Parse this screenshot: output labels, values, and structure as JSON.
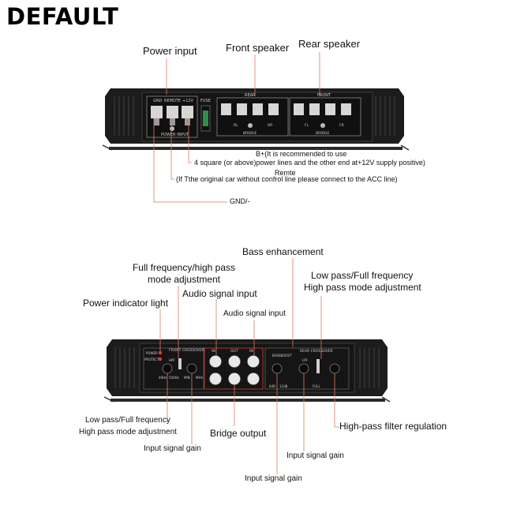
{
  "watermark": "DEFAULT",
  "top_amp": {
    "labels": {
      "power_input": "Power input",
      "front_speaker": "Front speaker",
      "rear_speaker": "Rear speaker",
      "b_plus_1": "B+(It is recommended to use",
      "b_plus_2": "4 square (or above)power lines and the other end at+12V supply positive)",
      "remote_title": "Remte",
      "remote_note": "(If Tthe original car without confrol line please connect to the ACC line)",
      "gnd": "GND/-"
    },
    "panel_text": {
      "gnd": "GND",
      "remote": "REMOTE",
      "plus12": "+12V",
      "fuse": "FUSE",
      "rear": "REAR",
      "front": "FRONT",
      "power_input": "POWER INPUT",
      "bridge": "BRIDGE",
      "rl": "RL",
      "rr": "RR",
      "fl": "FL",
      "fr": "FR"
    }
  },
  "bottom_amp": {
    "labels": {
      "bass_enhancement": "Bass enhancement",
      "full_freq_1": "Full frequency/high pass",
      "full_freq_2": "mode adjustment",
      "low_pass_1": "Low pass/Full frequency",
      "low_pass_2": "High pass mode adjustment",
      "power_indicator": "Power indicator light",
      "audio_signal_input_big": "Audio signal input",
      "audio_signal_input_small": "Audio signal input",
      "lp_left_1": "Low pass/Full frequency",
      "lp_left_2": "High pass mode adjustment",
      "bridge_output": "Bridge output",
      "hpf_regulation": "High-pass filter regulation",
      "input_gain_1": "Input signal gain",
      "input_gain_2": "Input signal gain",
      "input_gain_3": "Input signal gain"
    },
    "panel_text": {
      "front_crossover": "FRONT CROSSOVER",
      "rear_crossover": "REAR CROSSOVER",
      "bassboost": "BASSBOOST",
      "power": "POWER",
      "protect": "PROTECT",
      "in": "IN",
      "out": "OUT",
      "hpf": "HPF",
      "lpf": "LPF",
      "full": "FULL",
      "min": "MIN",
      "max": "MAX",
      "hz40": "40Hz",
      "hz500": "500Hz",
      "db0": "0dB",
      "db12": "12dB"
    }
  }
}
